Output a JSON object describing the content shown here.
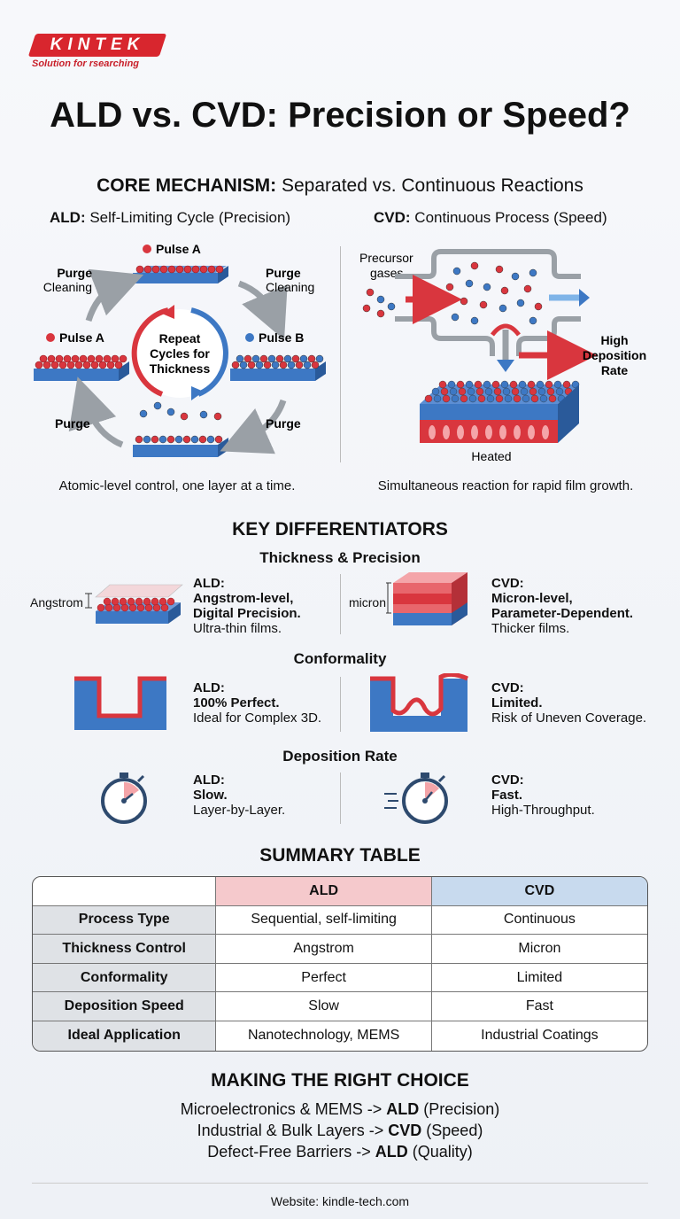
{
  "brand": {
    "logo": "KINTEK",
    "tagline": "Solution for rsearching"
  },
  "title": "ALD vs. CVD: Precision or Speed?",
  "core": {
    "heading_bold": "CORE MECHANISM:",
    "heading_rest": " Separated vs. Continuous Reactions",
    "ald_title_bold": "ALD:",
    "ald_title_rest": " Self-Limiting Cycle (Precision)",
    "cvd_title_bold": "CVD:",
    "cvd_title_rest": " Continuous Process (Speed)",
    "pulse_a_top": "Pulse A",
    "pulse_a_left": "Pulse A",
    "pulse_b": "Pulse B",
    "purge": "Purge",
    "cleaning": "Cleaning",
    "repeat": "Repeat",
    "cycles_for": "Cycles for",
    "thickness": "Thickness",
    "ald_caption": "Atomic-level control, one layer at a time.",
    "precursor": "Precursor",
    "gases": "gases",
    "high": "High",
    "deposition": "Deposition",
    "rate": "Rate",
    "heated": "Heated",
    "cvd_caption": "Simultaneous reaction for rapid film growth."
  },
  "diff": {
    "heading": "KEY DIFFERENTIATORS",
    "thickness": {
      "heading": "Thickness & Precision",
      "ald_scale": "Angstrom",
      "cvd_scale": "micron",
      "ald": [
        "ALD:",
        "Angstrom-level,",
        "Digital Precision.",
        "Ultra-thin films."
      ],
      "cvd": [
        "CVD:",
        "Micron-level,",
        "Parameter-Dependent.",
        "Thicker films."
      ]
    },
    "conformality": {
      "heading": "Conformality",
      "ald": [
        "ALD:",
        "100% Perfect.",
        "Ideal for Complex 3D."
      ],
      "cvd": [
        "CVD:",
        "Limited.",
        "Risk of Uneven Coverage."
      ]
    },
    "rate": {
      "heading": "Deposition Rate",
      "ald": [
        "ALD:",
        "Slow.",
        "Layer-by-Layer."
      ],
      "cvd": [
        "CVD:",
        "Fast.",
        "High-Throughput."
      ]
    }
  },
  "summary": {
    "heading": "SUMMARY TABLE",
    "columns": [
      "",
      "ALD",
      "CVD"
    ],
    "rows": [
      [
        "Process Type",
        "Sequential, self-limiting",
        "Continuous"
      ],
      [
        "Thickness Control",
        "Angstrom",
        "Micron"
      ],
      [
        "Conformality",
        "Perfect",
        "Limited"
      ],
      [
        "Deposition Speed",
        "Slow",
        "Fast"
      ],
      [
        "Ideal Application",
        "Nanotechnology, MEMS",
        "Industrial Coatings"
      ]
    ]
  },
  "choice": {
    "heading": "MAKING THE RIGHT CHOICE",
    "items": [
      {
        "pre": "Microelectronics & MEMS -> ",
        "bold": "ALD",
        "post": " (Precision)"
      },
      {
        "pre": "Industrial & Bulk Layers -> ",
        "bold": "CVD",
        "post": " (Speed)"
      },
      {
        "pre": "Defect-Free Barriers -> ",
        "bold": "ALD",
        "post": " (Quality)"
      }
    ]
  },
  "footer": "Website: kindle-tech.com",
  "colors": {
    "red": "#d9363e",
    "blue": "#3d78c4",
    "grey": "#9aa0a6"
  }
}
